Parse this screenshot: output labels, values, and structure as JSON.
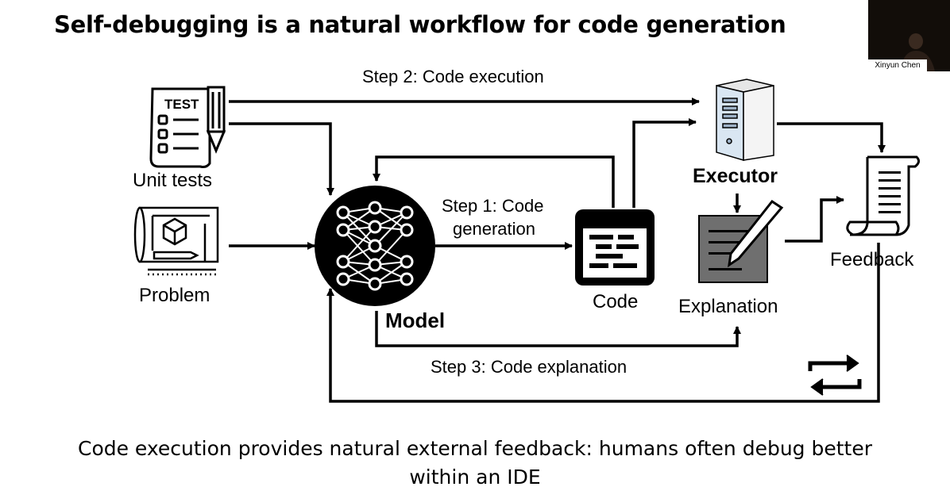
{
  "slide": {
    "title": "Self-debugging is a natural workflow for code generation",
    "caption_line1": "Code execution provides natural external feedback: humans often debug better",
    "caption_line2": "within an IDE"
  },
  "diagram": {
    "nodes": {
      "unit_tests": "Unit tests",
      "test_icon_text": "TEST",
      "problem": "Problem",
      "model": "Model",
      "code": "Code",
      "executor": "Executor",
      "explanation": "Explanation",
      "feedback": "Feedback"
    },
    "steps": {
      "step1_line1": "Step 1: Code",
      "step1_line2": "generation",
      "step2": "Step 2: Code execution",
      "step3": "Step 3: Code explanation"
    },
    "icons": [
      "test-sheet-icon",
      "pencil-icon",
      "blueprint-icon",
      "neural-network-icon",
      "code-window-icon",
      "server-icon",
      "explanation-pad-icon",
      "feedback-scroll-icon",
      "loop-arrows-icon"
    ]
  },
  "webcam": {
    "presenter_name": "Xinyun Chen"
  }
}
